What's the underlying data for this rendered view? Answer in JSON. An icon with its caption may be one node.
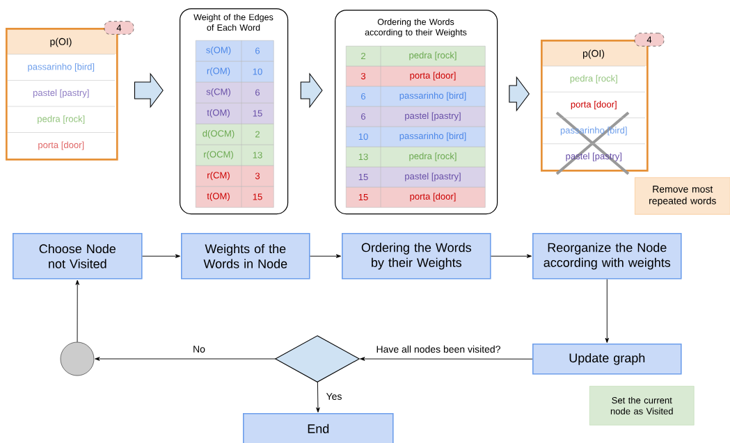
{
  "diagram": {
    "nodes": [
      {
        "text": [
          "p(OI)"
        ]
      },
      {
        "text": [
          "4"
        ]
      },
      {
        "text": [
          "passarinho [bird]"
        ],
        "in": 0
      },
      {
        "text": [
          "pastel [pastry]"
        ],
        "in": 0
      },
      {
        "text": [
          "pedra [rock]"
        ],
        "in": 0
      },
      {
        "text": [
          "porta [door]"
        ],
        "in": 0
      },
      {
        "text": [
          "Weight of the Edges of Each Word"
        ]
      },
      {
        "text": [
          "s(OM)",
          "6"
        ],
        "in": 6
      },
      {
        "text": [
          "r(OM)",
          "10"
        ],
        "in": 6
      },
      {
        "text": [
          "s(CM)",
          "6"
        ],
        "in": 6
      },
      {
        "text": [
          "t(OM)",
          "15"
        ],
        "in": 6
      },
      {
        "text": [
          "d(OCM)",
          "2"
        ],
        "in": 6
      },
      {
        "text": [
          "r(OCM)",
          "13"
        ],
        "in": 6
      },
      {
        "text": [
          "r(CM)",
          "3"
        ],
        "in": 6
      },
      {
        "text": [
          "t(OM)",
          "15"
        ],
        "in": 6
      },
      {
        "text": [
          "Ordering the Words according to their Weights"
        ]
      },
      {
        "text": [
          "2",
          "pedra [rock]"
        ],
        "in": 15
      },
      {
        "text": [
          "3",
          "porta [door]"
        ],
        "in": 15
      },
      {
        "text": [
          "6",
          "passarinho [bird]"
        ],
        "in": 15
      },
      {
        "text": [
          "6",
          "pastel [pastry]"
        ],
        "in": 15
      },
      {
        "text": [
          "10",
          "passarinho [bird]"
        ],
        "in": 15
      },
      {
        "text": [
          "13",
          "pedra [rock]"
        ],
        "in": 15
      },
      {
        "text": [
          "15",
          "pastel [pastry]"
        ],
        "in": 15
      },
      {
        "text": [
          "15",
          "porta [door]"
        ],
        "in": 15
      },
      {
        "text": [
          "p(OI)"
        ]
      },
      {
        "text": [
          "4"
        ]
      },
      {
        "text": [
          "pedra [rock]"
        ],
        "in": 24
      },
      {
        "text": [
          "porta [door]"
        ],
        "in": 24
      },
      {
        "text": [
          "passarinho [bird]"
        ],
        "in": 24
      },
      {
        "text": [
          "pastel [pastry]"
        ],
        "in": 24
      },
      {
        "text": [
          "Remove most repeated words"
        ]
      },
      {
        "text": [
          "Choose Node not Visited"
        ]
      },
      {
        "text": [
          "Weights of the Words in Node"
        ]
      },
      {
        "text": [
          "Ordering the Words by their Weights"
        ]
      },
      {
        "text": [
          "Reorganize the Node according with weights"
        ]
      },
      {
        "text": [],
        "shape": "circle"
      },
      {
        "text": [],
        "shape": "diamond"
      },
      {
        "text": [
          "Update graph"
        ]
      },
      {
        "text": [
          "End"
        ]
      },
      {
        "text": [
          "Set the current node as Visited"
        ]
      }
    ],
    "edges": [
      {
        "from": 0,
        "to": 6,
        "arrow": "to",
        "style": "thick"
      },
      {
        "from": 6,
        "to": 15,
        "arrow": "to",
        "style": "thick"
      },
      {
        "from": 15,
        "to": 24,
        "arrow": "to",
        "style": "thick"
      },
      {
        "from": 31,
        "to": 32,
        "arrow": "to"
      },
      {
        "from": 32,
        "to": 33,
        "arrow": "to"
      },
      {
        "from": 33,
        "to": 34,
        "arrow": "to"
      },
      {
        "from": 34,
        "to": 37,
        "arrow": "to"
      },
      {
        "from": 37,
        "to": 36,
        "arrow": "to",
        "label": "Have all nodes been visited?"
      },
      {
        "from": 36,
        "to": 35,
        "arrow": "to",
        "label": "No"
      },
      {
        "from": 36,
        "to": 38,
        "arrow": "to",
        "label": "Yes"
      },
      {
        "from": 35,
        "to": 31,
        "arrow": "to"
      }
    ]
  }
}
